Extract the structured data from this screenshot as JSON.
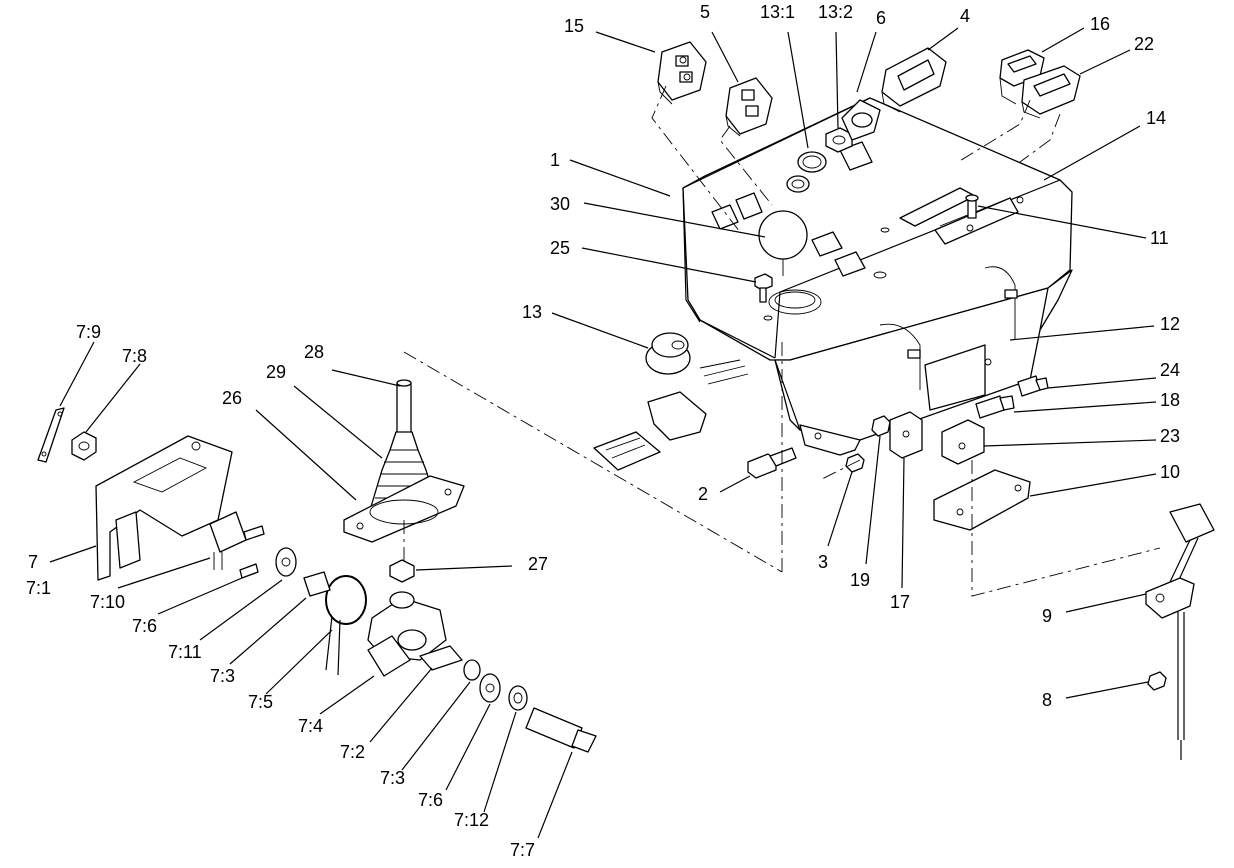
{
  "labels": [
    {
      "text": "15"
    },
    {
      "text": "5"
    },
    {
      "text": "13:1"
    },
    {
      "text": "13:2"
    },
    {
      "text": "6"
    },
    {
      "text": "4"
    },
    {
      "text": "16"
    },
    {
      "text": "22"
    },
    {
      "text": "14"
    },
    {
      "text": "1"
    },
    {
      "text": "30"
    },
    {
      "text": "11"
    },
    {
      "text": "25"
    },
    {
      "text": "13"
    },
    {
      "text": "12"
    },
    {
      "text": "24"
    },
    {
      "text": "18"
    },
    {
      "text": "23"
    },
    {
      "text": "10"
    },
    {
      "text": "2"
    },
    {
      "text": "3"
    },
    {
      "text": "19"
    },
    {
      "text": "17"
    },
    {
      "text": "27"
    },
    {
      "text": "28"
    },
    {
      "text": "29"
    },
    {
      "text": "26"
    },
    {
      "text": "7:9"
    },
    {
      "text": "7:8"
    },
    {
      "text": "7"
    },
    {
      "text": "7:1"
    },
    {
      "text": "7:10"
    },
    {
      "text": "7:6"
    },
    {
      "text": "7:11"
    },
    {
      "text": "7:3"
    },
    {
      "text": "7:5"
    },
    {
      "text": "7:4"
    },
    {
      "text": "7:2"
    },
    {
      "text": "7:3"
    },
    {
      "text": "7:6"
    },
    {
      "text": "7:12"
    },
    {
      "text": "7:7"
    },
    {
      "text": "9"
    },
    {
      "text": "8"
    }
  ],
  "colors": {
    "ink": "#000000",
    "paper": "#ffffff"
  }
}
